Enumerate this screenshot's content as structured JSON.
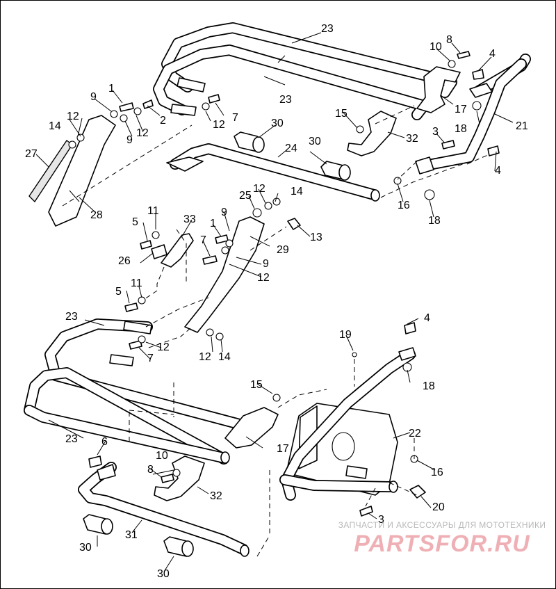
{
  "diagram": {
    "callouts": [
      "23",
      "8",
      "10",
      "4",
      "1",
      "9",
      "23",
      "2",
      "7",
      "12",
      "12",
      "17",
      "21",
      "18",
      "9",
      "12",
      "15",
      "3",
      "30",
      "32",
      "14",
      "24",
      "30",
      "4",
      "27",
      "16",
      "18",
      "25",
      "12",
      "14",
      "28",
      "11",
      "33",
      "9",
      "5",
      "1",
      "13",
      "7",
      "29",
      "26",
      "9",
      "12",
      "5",
      "11",
      "23",
      "4",
      "19",
      "12",
      "7",
      "12",
      "14",
      "18",
      "15",
      "22",
      "17",
      "23",
      "6",
      "10",
      "16",
      "8",
      "32",
      "20",
      "3",
      "31",
      "30",
      "30"
    ]
  },
  "watermark": {
    "caption": "ЗАПЧАСТИ И АКСЕССУАРЫ ДЛЯ МОТОТЕХНИКИ",
    "logo": "PARTSFOR.RU",
    "colors": {
      "caption": "#b8b8b8",
      "logo": "#d6303c"
    }
  }
}
